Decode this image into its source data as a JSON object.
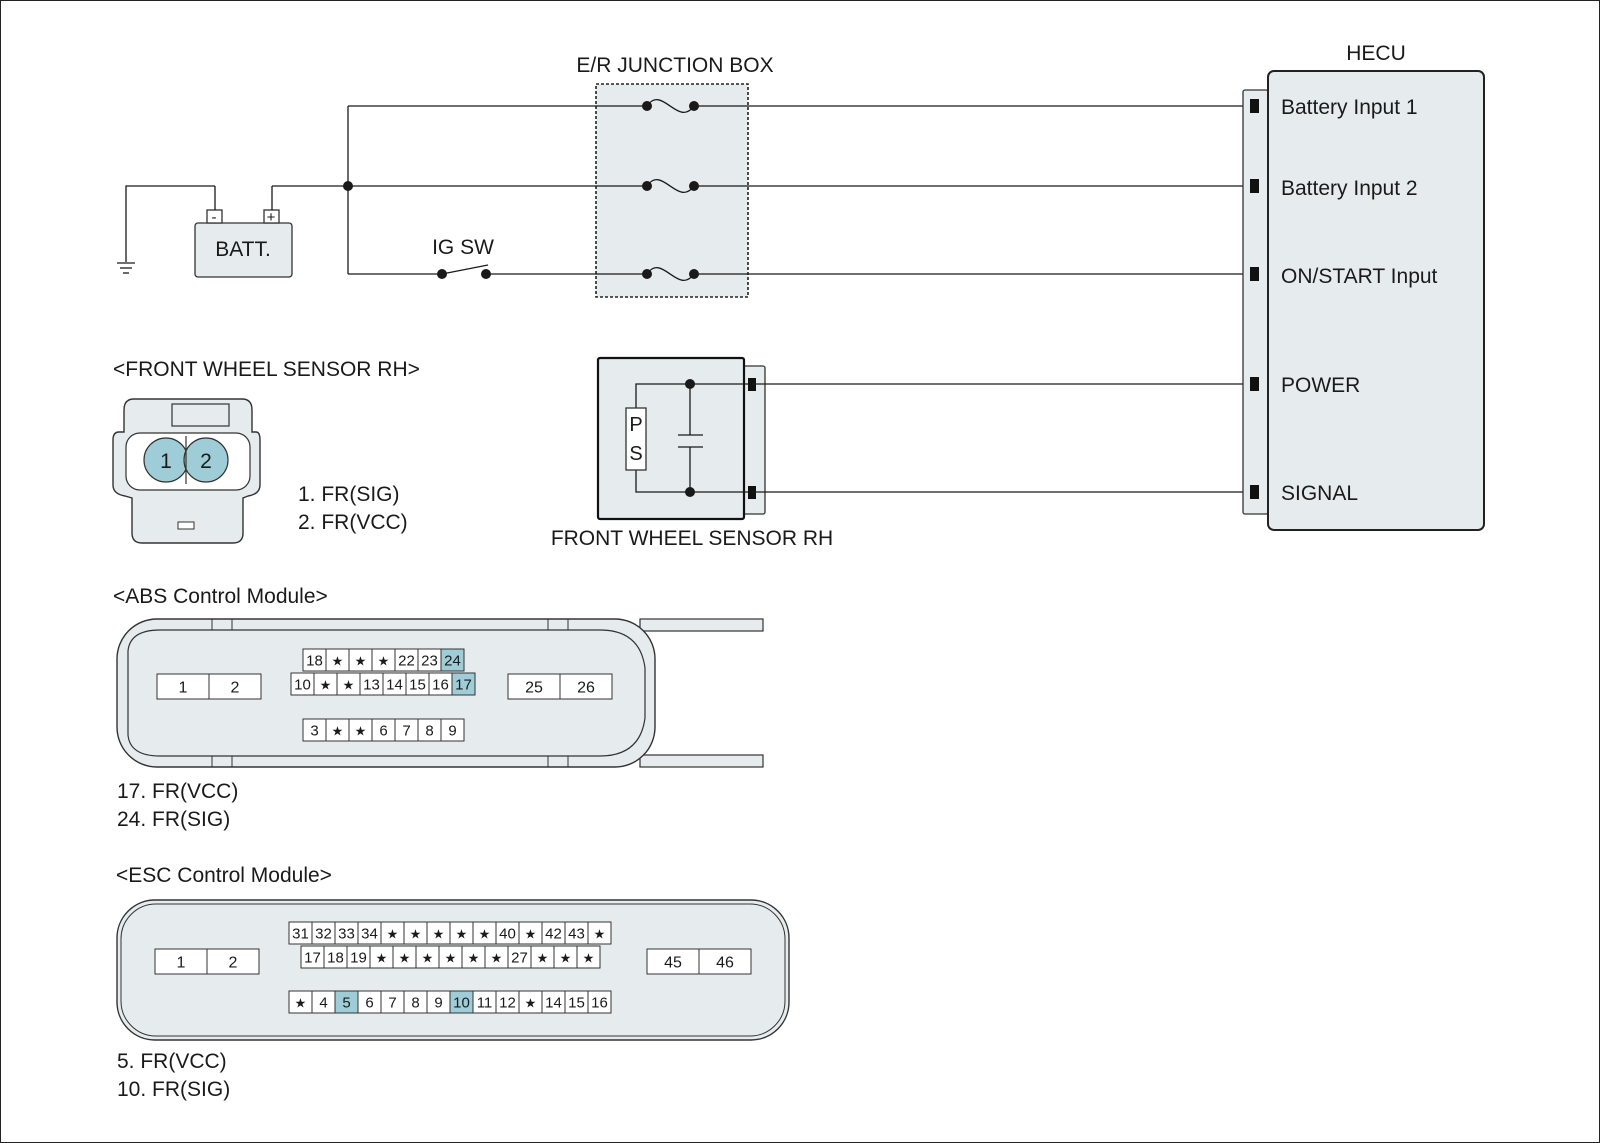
{
  "colors": {
    "panel_fill": "#e6eced",
    "highlight_pin": "#9fcdd7",
    "line": "#1a1a1a"
  },
  "schematic": {
    "hecu_title": "HECU",
    "junction_box_title": "E/R JUNCTION BOX",
    "battery_label": "BATT.",
    "battery_neg": "-",
    "battery_pos": "+",
    "ig_switch_label": "IG SW",
    "sensor_label": "FRONT WHEEL SENSOR RH",
    "sensor_element_p": "P",
    "sensor_element_s": "S",
    "hecu_pins": [
      "Battery Input 1",
      "Battery Input 2",
      "ON/START Input",
      "POWER",
      "SIGNAL"
    ]
  },
  "sensor_connector": {
    "title": "<FRONT WHEEL SENSOR RH>",
    "pin_1": "1",
    "pin_2": "2",
    "legend": [
      "1. FR(SIG)",
      "2. FR(VCC)"
    ]
  },
  "abs_module": {
    "title": "<ABS Control Module>",
    "left_block": [
      "1",
      "2"
    ],
    "right_block": [
      "25",
      "26"
    ],
    "row_top": [
      "18",
      "★",
      "★",
      "★",
      "22",
      "23",
      "24"
    ],
    "row_mid": [
      "10",
      "★",
      "★",
      "13",
      "14",
      "15",
      "16",
      "17"
    ],
    "row_bot": [
      "3",
      "★",
      "★",
      "6",
      "7",
      "8",
      "9"
    ],
    "highlighted": [
      "17",
      "24"
    ],
    "legend": [
      "17. FR(VCC)",
      "24. FR(SIG)"
    ]
  },
  "esc_module": {
    "title": "<ESC Control Module>",
    "left_block": [
      "1",
      "2"
    ],
    "right_block": [
      "45",
      "46"
    ],
    "row_top": [
      "31",
      "32",
      "33",
      "34",
      "★",
      "★",
      "★",
      "★",
      "★",
      "40",
      "★",
      "42",
      "43",
      "★"
    ],
    "row_mid": [
      "17",
      "18",
      "19",
      "★",
      "★",
      "★",
      "★",
      "★",
      "★",
      "27",
      "★",
      "★",
      "★"
    ],
    "row_bot": [
      "★",
      "4",
      "5",
      "6",
      "7",
      "8",
      "9",
      "10",
      "11",
      "12",
      "★",
      "14",
      "15",
      "16"
    ],
    "highlighted": [
      "5",
      "10"
    ],
    "legend": [
      "5. FR(VCC)",
      "10. FR(SIG)"
    ]
  }
}
